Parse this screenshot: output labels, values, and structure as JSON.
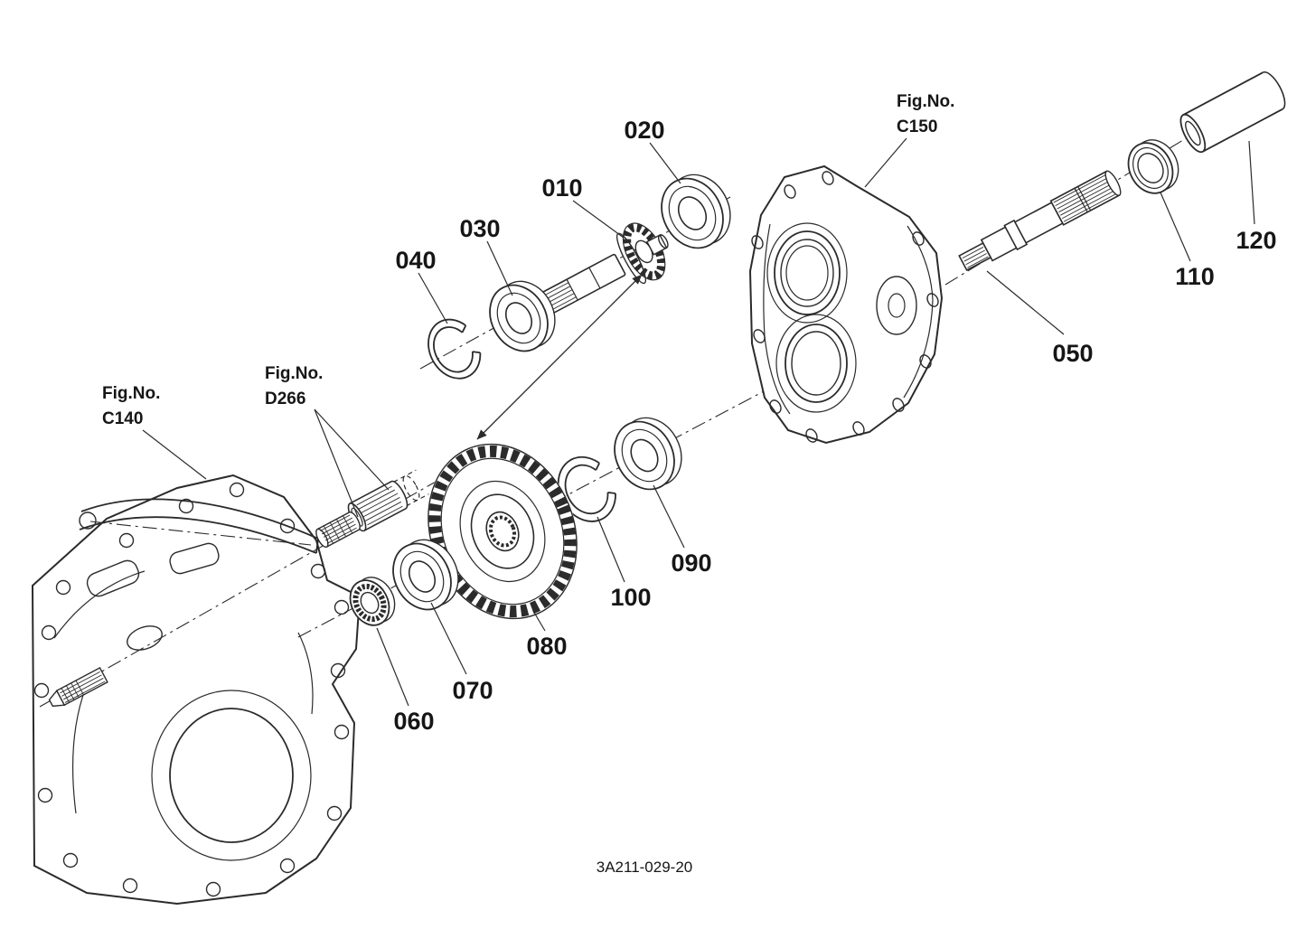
{
  "diagram": {
    "callouts": {
      "p010": "010",
      "p020": "020",
      "p030": "030",
      "p040": "040",
      "p050": "050",
      "p060": "060",
      "p070": "070",
      "p080": "080",
      "p090": "090",
      "p100": "100",
      "p110": "110",
      "p120": "120"
    },
    "figure_refs": {
      "c150": {
        "label": "Fig.No.",
        "code": "C150"
      },
      "c140": {
        "label": "Fig.No.",
        "code": "C140"
      },
      "d266": {
        "label": "Fig.No.",
        "code": "D266"
      }
    },
    "drawing_number": "3A211-029-20",
    "colors": {
      "line": "#2b2b2b",
      "text": "#161616",
      "background": "#ffffff"
    }
  }
}
